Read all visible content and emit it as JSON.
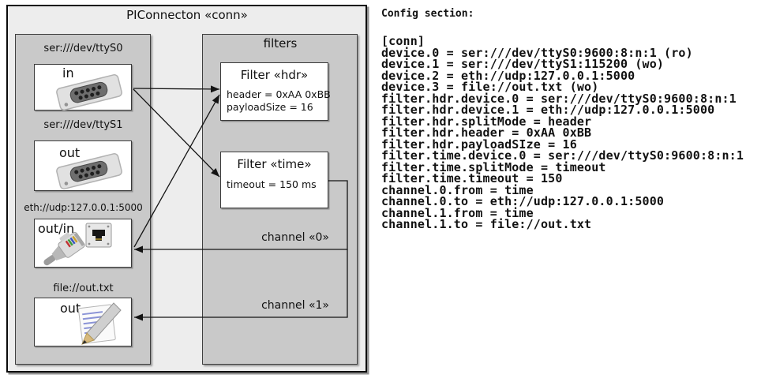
{
  "diagram": {
    "title": "PIConnecton «conn»",
    "filters_label": "filters",
    "devices": [
      {
        "uri": "ser:///dev/ttyS0",
        "role": "in",
        "icon": "serial-connector-icon"
      },
      {
        "uri": "ser:///dev/ttyS1",
        "role": "out",
        "icon": "serial-connector-icon"
      },
      {
        "uri": "eth://udp:127.0.0.1:5000",
        "role": "out/in",
        "icon": "ethernet-connector-icon"
      },
      {
        "uri": "file://out.txt",
        "role": "out",
        "icon": "notepad-icon"
      }
    ],
    "filters": [
      {
        "title": "Filter «hdr»",
        "props": [
          "header = 0xAA 0xBB",
          "payloadSize = 16"
        ]
      },
      {
        "title": "Filter «time»",
        "props": [
          "timeout = 150 ms"
        ]
      }
    ],
    "channels": [
      {
        "label": "channel «0»"
      },
      {
        "label": "channel «1»"
      }
    ],
    "colors": {
      "outer_bg": "#ededed",
      "panel_bg": "#c9c9c9",
      "box_bg": "#ffffff",
      "border_dark": "#0a0a0a",
      "arrow": "#141414"
    }
  },
  "config": {
    "heading": "Config section:",
    "lines": [
      "[conn]",
      "device.0 = ser:///dev/ttyS0:9600:8:n:1 (ro)",
      "device.1 = ser:///dev/ttyS1:115200 (wo)",
      "device.2 = eth://udp:127.0.0.1:5000",
      "device.3 = file://out.txt (wo)",
      "filter.hdr.device.0 = ser:///dev/ttyS0:9600:8:n:1",
      "filter.hdr.device.1 = eth://udp:127.0.0.1:5000",
      "filter.hdr.splitMode = header",
      "filter.hdr.header = 0xAA 0xBB",
      "filter.hdr.payloadSIze = 16",
      "filter.time.device.0 = ser:///dev/ttyS0:9600:8:n:1",
      "filter.time.splitMode = timeout",
      "filter.time.timeout = 150",
      "channel.0.from = time",
      "channel.0.to = eth://udp:127.0.0.1:5000",
      "channel.1.from = time",
      "channel.1.to = file://out.txt"
    ]
  }
}
